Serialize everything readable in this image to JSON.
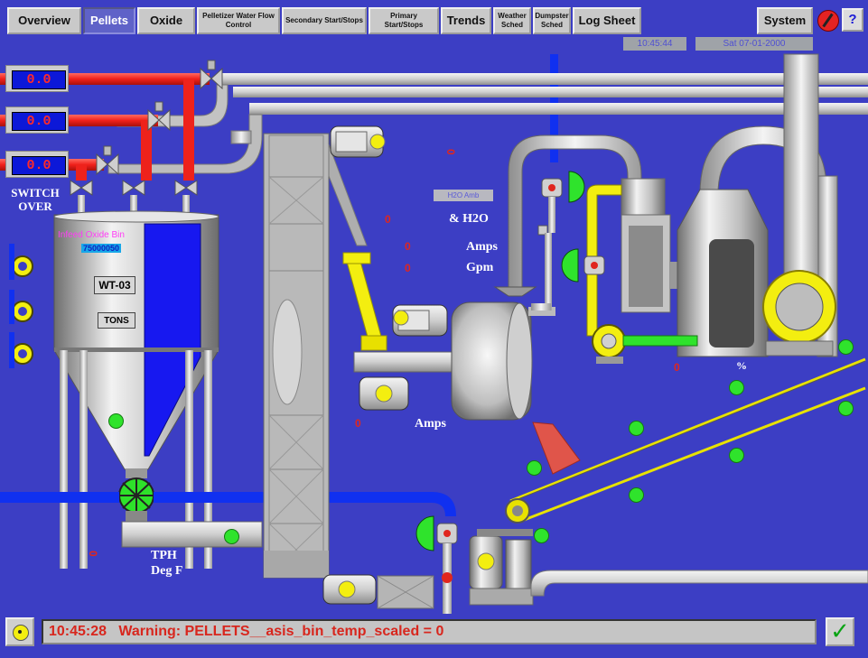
{
  "nav": {
    "tabs": [
      {
        "label": "Overview"
      },
      {
        "label": "Pellets"
      },
      {
        "label": "Oxide"
      },
      {
        "label": "Pelletizer Water Flow Control"
      },
      {
        "label": "Secondary Start/Stops"
      },
      {
        "label": "Primary Start/Stops"
      },
      {
        "label": "Trends"
      },
      {
        "label": "Weather Sched"
      },
      {
        "label": "Dumpster Sched"
      },
      {
        "label": "Log Sheet"
      },
      {
        "label": "System"
      }
    ],
    "help_label": "?",
    "time": "10:45:44",
    "date": "Sat 07-01-2000"
  },
  "readouts": [
    "0.0",
    "0.0",
    "0.0"
  ],
  "labels": {
    "switch_over": "SWITCH OVER",
    "bin_name": "Infeed Oxide Bin",
    "bin_value": "75000050",
    "wt_button": "WT-03",
    "tons_button": "TONS",
    "h2o_box": "H2O Amb",
    "h2o": "& H2O",
    "amps1": "Amps",
    "gpm": "Gpm",
    "amps2": "Amps",
    "tph": "TPH",
    "degf": "Deg F",
    "pct": "%",
    "zero": "0"
  },
  "status": {
    "message": "10:45:28   Warning: PELLETS__asis_bin_temp_scaled = 0",
    "check": "✓"
  },
  "colors": {
    "background": "#3c3ec4",
    "pipe_red": "#f0201a",
    "pipe_gray": "#c8c8c8",
    "pipe_blue": "#1030f0",
    "yellow": "#f3ee10",
    "indicator_green": "#2fe32c"
  }
}
